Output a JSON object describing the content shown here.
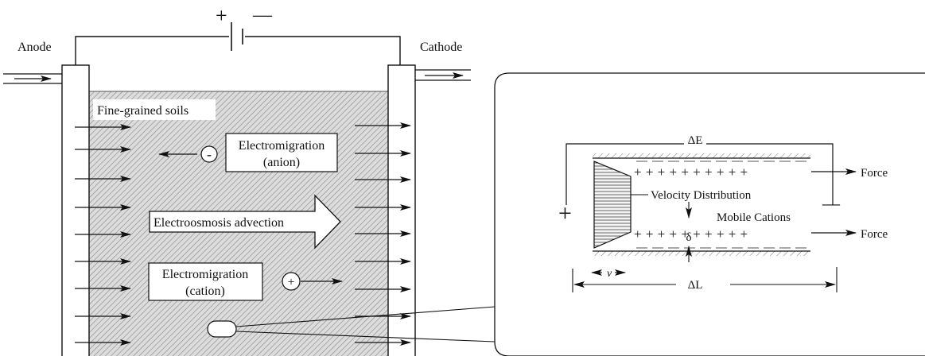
{
  "labels": {
    "anode": "Anode",
    "cathode": "Cathode",
    "battery_plus": "+",
    "battery_minus": "—",
    "soil": "Fine-grained soils",
    "em_anion_line1": "Electromigration",
    "em_anion_line2": "(anion)",
    "anion_sign": "-",
    "advection": "Electroosmosis advection",
    "em_cation_line1": "Electromigration",
    "em_cation_line2": "(cation)",
    "cation_sign": "+"
  },
  "detail": {
    "delta_e": "ΔE",
    "plus_row_top": "+ + + + + + + + + +",
    "plus_row_bottom": "+ + + + + + + + + +",
    "force_top": "Force",
    "force_bottom": "Force",
    "velocity_distribution": "Velocity Distribution",
    "mobile_cations": "Mobile Cations",
    "delta": "δ",
    "v_label": "v",
    "delta_l": "ΔL",
    "left_plus": "+",
    "right_minus": "—"
  },
  "colors": {
    "ink": "#111111",
    "hatch": "#8c8c8c",
    "soil_bg": "#d9d9d9"
  }
}
